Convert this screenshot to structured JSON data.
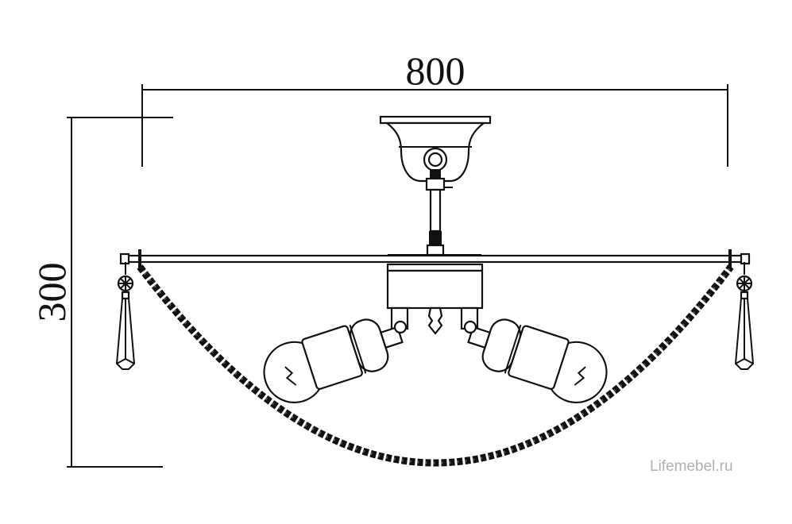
{
  "dimensions": {
    "width_label": "800",
    "height_label": "300"
  },
  "watermark": "Lifemebel.ru",
  "colors": {
    "line": "#111111",
    "watermark": "#b0b0b0",
    "background": "#ffffff"
  }
}
